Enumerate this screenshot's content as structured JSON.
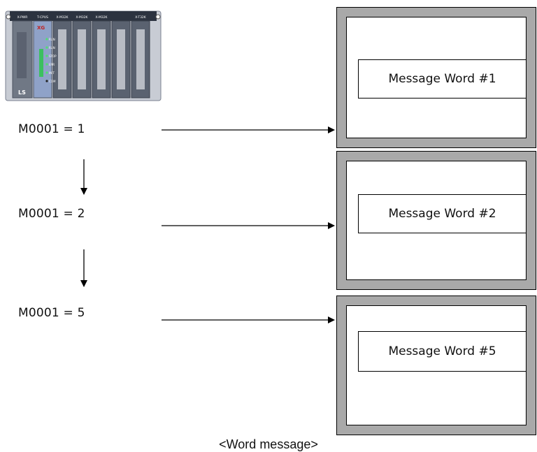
{
  "plc": {
    "module_labels": [
      "X-PWR",
      "T-CPUS",
      "X-M32K",
      "X-M32K",
      "X-M32K",
      "X-T32K"
    ],
    "brand": "XG",
    "status_leds": [
      "RUN",
      "RUN",
      "STOP",
      "ERR",
      "INIT",
      "COM"
    ],
    "logo": "LS"
  },
  "conditions": [
    {
      "label": "M0001 = 1",
      "message": "Message Word #1"
    },
    {
      "label": "M0001 = 2",
      "message": "Message Word #2"
    },
    {
      "label": "M0001 = 5",
      "message": "Message Word #5"
    }
  ],
  "caption": "<Word message>"
}
